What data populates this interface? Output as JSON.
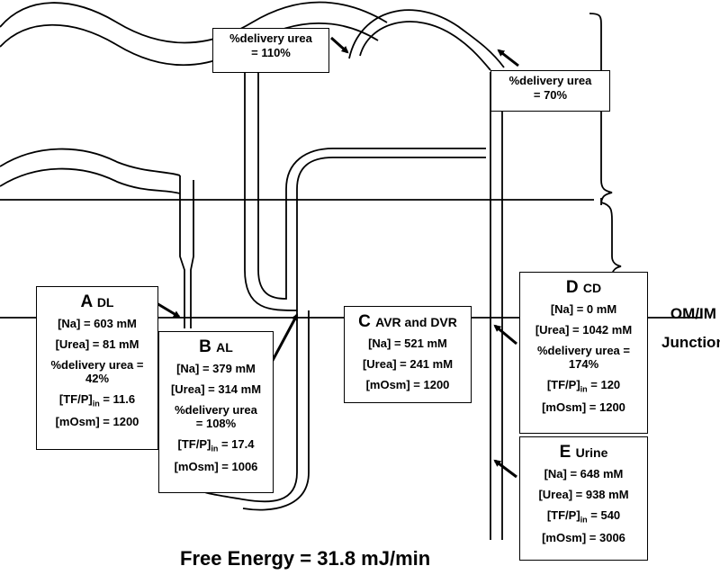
{
  "callouts": {
    "top_mid": {
      "line1": "%delivery urea",
      "line2": "= 110%"
    },
    "top_right": {
      "line1": "%delivery urea",
      "line2": "= 70%"
    }
  },
  "boxes": {
    "A": {
      "letter": "A",
      "label": "DL",
      "na": "[Na] = 603 mM",
      "urea": "[Urea] = 81 mM",
      "delivery_line1": "%delivery urea =",
      "delivery_line2": "42%",
      "tfp_prefix": "[TF/P]",
      "tfp_sub": "in",
      "tfp_value": " = 11.6",
      "mosm": "[mOsm] = 1200"
    },
    "B": {
      "letter": "B",
      "label": "AL",
      "na": "[Na] = 379 mM",
      "urea": "[Urea] = 314 mM",
      "delivery_line1": "%delivery urea",
      "delivery_line2": "= 108%",
      "tfp_prefix": "[TF/P]",
      "tfp_sub": "in",
      "tfp_value": " = 17.4",
      "mosm": "[mOsm] = 1006"
    },
    "C": {
      "letter": "C",
      "label": "AVR and DVR",
      "na": "[Na] = 521 mM",
      "urea": "[Urea] = 241 mM",
      "mosm": "[mOsm] = 1200"
    },
    "D": {
      "letter": "D",
      "label": "CD",
      "na": "[Na] = 0 mM",
      "urea": "[Urea] = 1042 mM",
      "delivery_line1": "%delivery urea =",
      "delivery_line2": "174%",
      "tfp_prefix": "[TF/P]",
      "tfp_sub": "in",
      "tfp_value": " = 120",
      "mosm": "[mOsm] = 1200"
    },
    "E": {
      "letter": "E",
      "label": "Urine",
      "na": "[Na] = 648 mM",
      "urea": "[Urea] = 938 mM",
      "tfp_prefix": "[TF/P]",
      "tfp_sub": "in",
      "tfp_value": " = 540",
      "mosm": "[mOsm] = 3006"
    }
  },
  "junction": {
    "line1": "OM/IM",
    "line2": "Junction"
  },
  "footer": "Free Energy = 31.8 mJ/min"
}
